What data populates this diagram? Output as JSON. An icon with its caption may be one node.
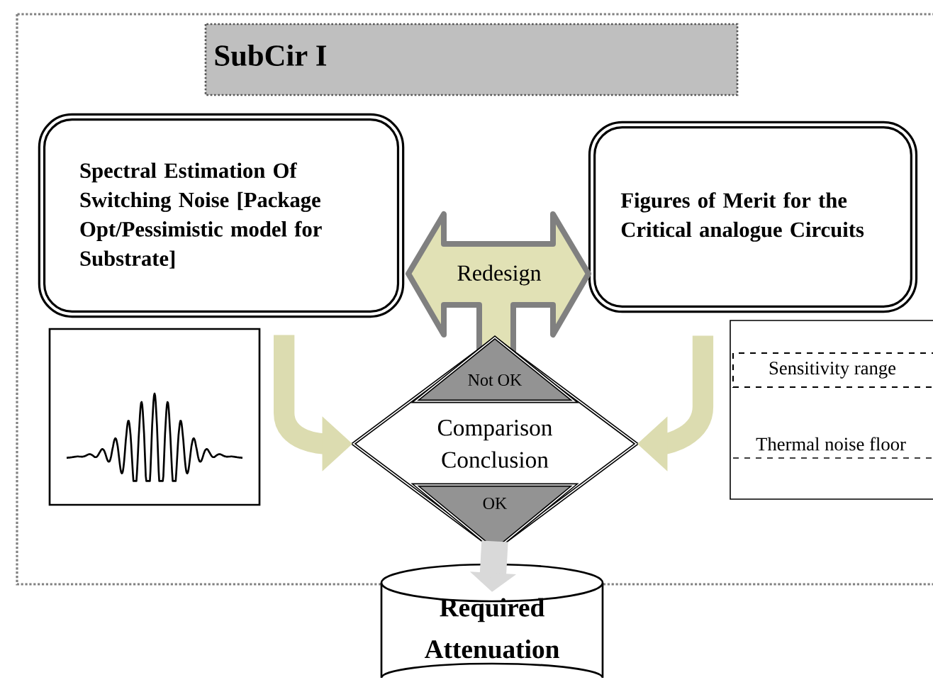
{
  "diagram": {
    "nodes": [
      {
        "text": [
          "SubCir I"
        ]
      },
      {
        "text": [
          "Spectral Estimation Of Switching Noise [Package Opt/Pessimistic model for Substrate]"
        ]
      },
      {
        "text": [
          "Figures of Merit for the Critical analogue Circuits"
        ]
      },
      {
        "text": [
          "Redesign"
        ]
      },
      {
        "text": [],
        "shape": "picture"
      },
      {
        "text": [
          "Sensitivity range",
          "Thermal noise floor"
        ]
      },
      {
        "text": [
          "Not OK"
        ],
        "in": 7
      },
      {
        "text": [
          "Comparison Conclusion"
        ]
      },
      {
        "text": [
          "OK"
        ],
        "in": 7
      },
      {
        "text": [
          "Required Attenuation"
        ]
      }
    ],
    "edges": [
      {
        "from": 1,
        "to": 7,
        "arrow": "to"
      },
      {
        "from": 2,
        "to": 7,
        "arrow": "to"
      },
      {
        "from": 8,
        "to": 9,
        "arrow": "to"
      }
    ]
  }
}
